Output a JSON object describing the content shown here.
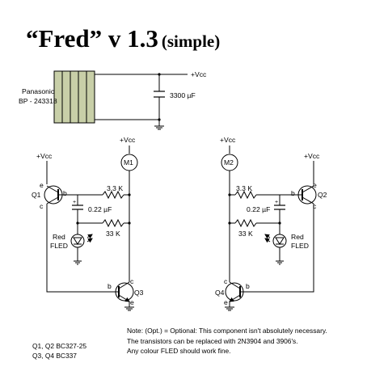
{
  "title": {
    "main": "“Fred” v 1.3",
    "sub": "(simple)"
  },
  "battery": {
    "brand": "Panasonic",
    "model": "BP - 243318",
    "color": "#c8cfa8"
  },
  "supply": {
    "vcc_label": "+Vcc",
    "capacitor": "3300 µF"
  },
  "motors": {
    "m1": "M1",
    "m2": "M2"
  },
  "left_circuit": {
    "vcc1": "+Vcc",
    "vcc2": "+Vcc",
    "q1": "Q1",
    "q3": "Q3",
    "r1": "3.3 K",
    "r2": "33 K",
    "cap": "0.22 µF",
    "led_line1": "Red",
    "led_line2": "FLED",
    "pin_e": "e",
    "pin_b": "b",
    "pin_c": "c"
  },
  "right_circuit": {
    "vcc1": "+Vcc",
    "vcc2": "+Vcc",
    "q2": "Q2",
    "q4": "Q4",
    "r1": "3.3 K",
    "r2": "33 K",
    "cap": "0.22 µF",
    "led_line1": "Red",
    "led_line2": "FLED",
    "pin_e": "e",
    "pin_b": "b",
    "pin_c": "c"
  },
  "parts_list": {
    "line1": "Q1, Q2  BC327-25",
    "line2": "Q3, Q4  BC337"
  },
  "notes": {
    "line1": "Note:  (Opt.) = Optional: This component isn't absolutely necessary.",
    "line2": "The transistors can be replaced with 2N3904 and 3906's.",
    "line3": "Any colour FLED should work fine."
  }
}
